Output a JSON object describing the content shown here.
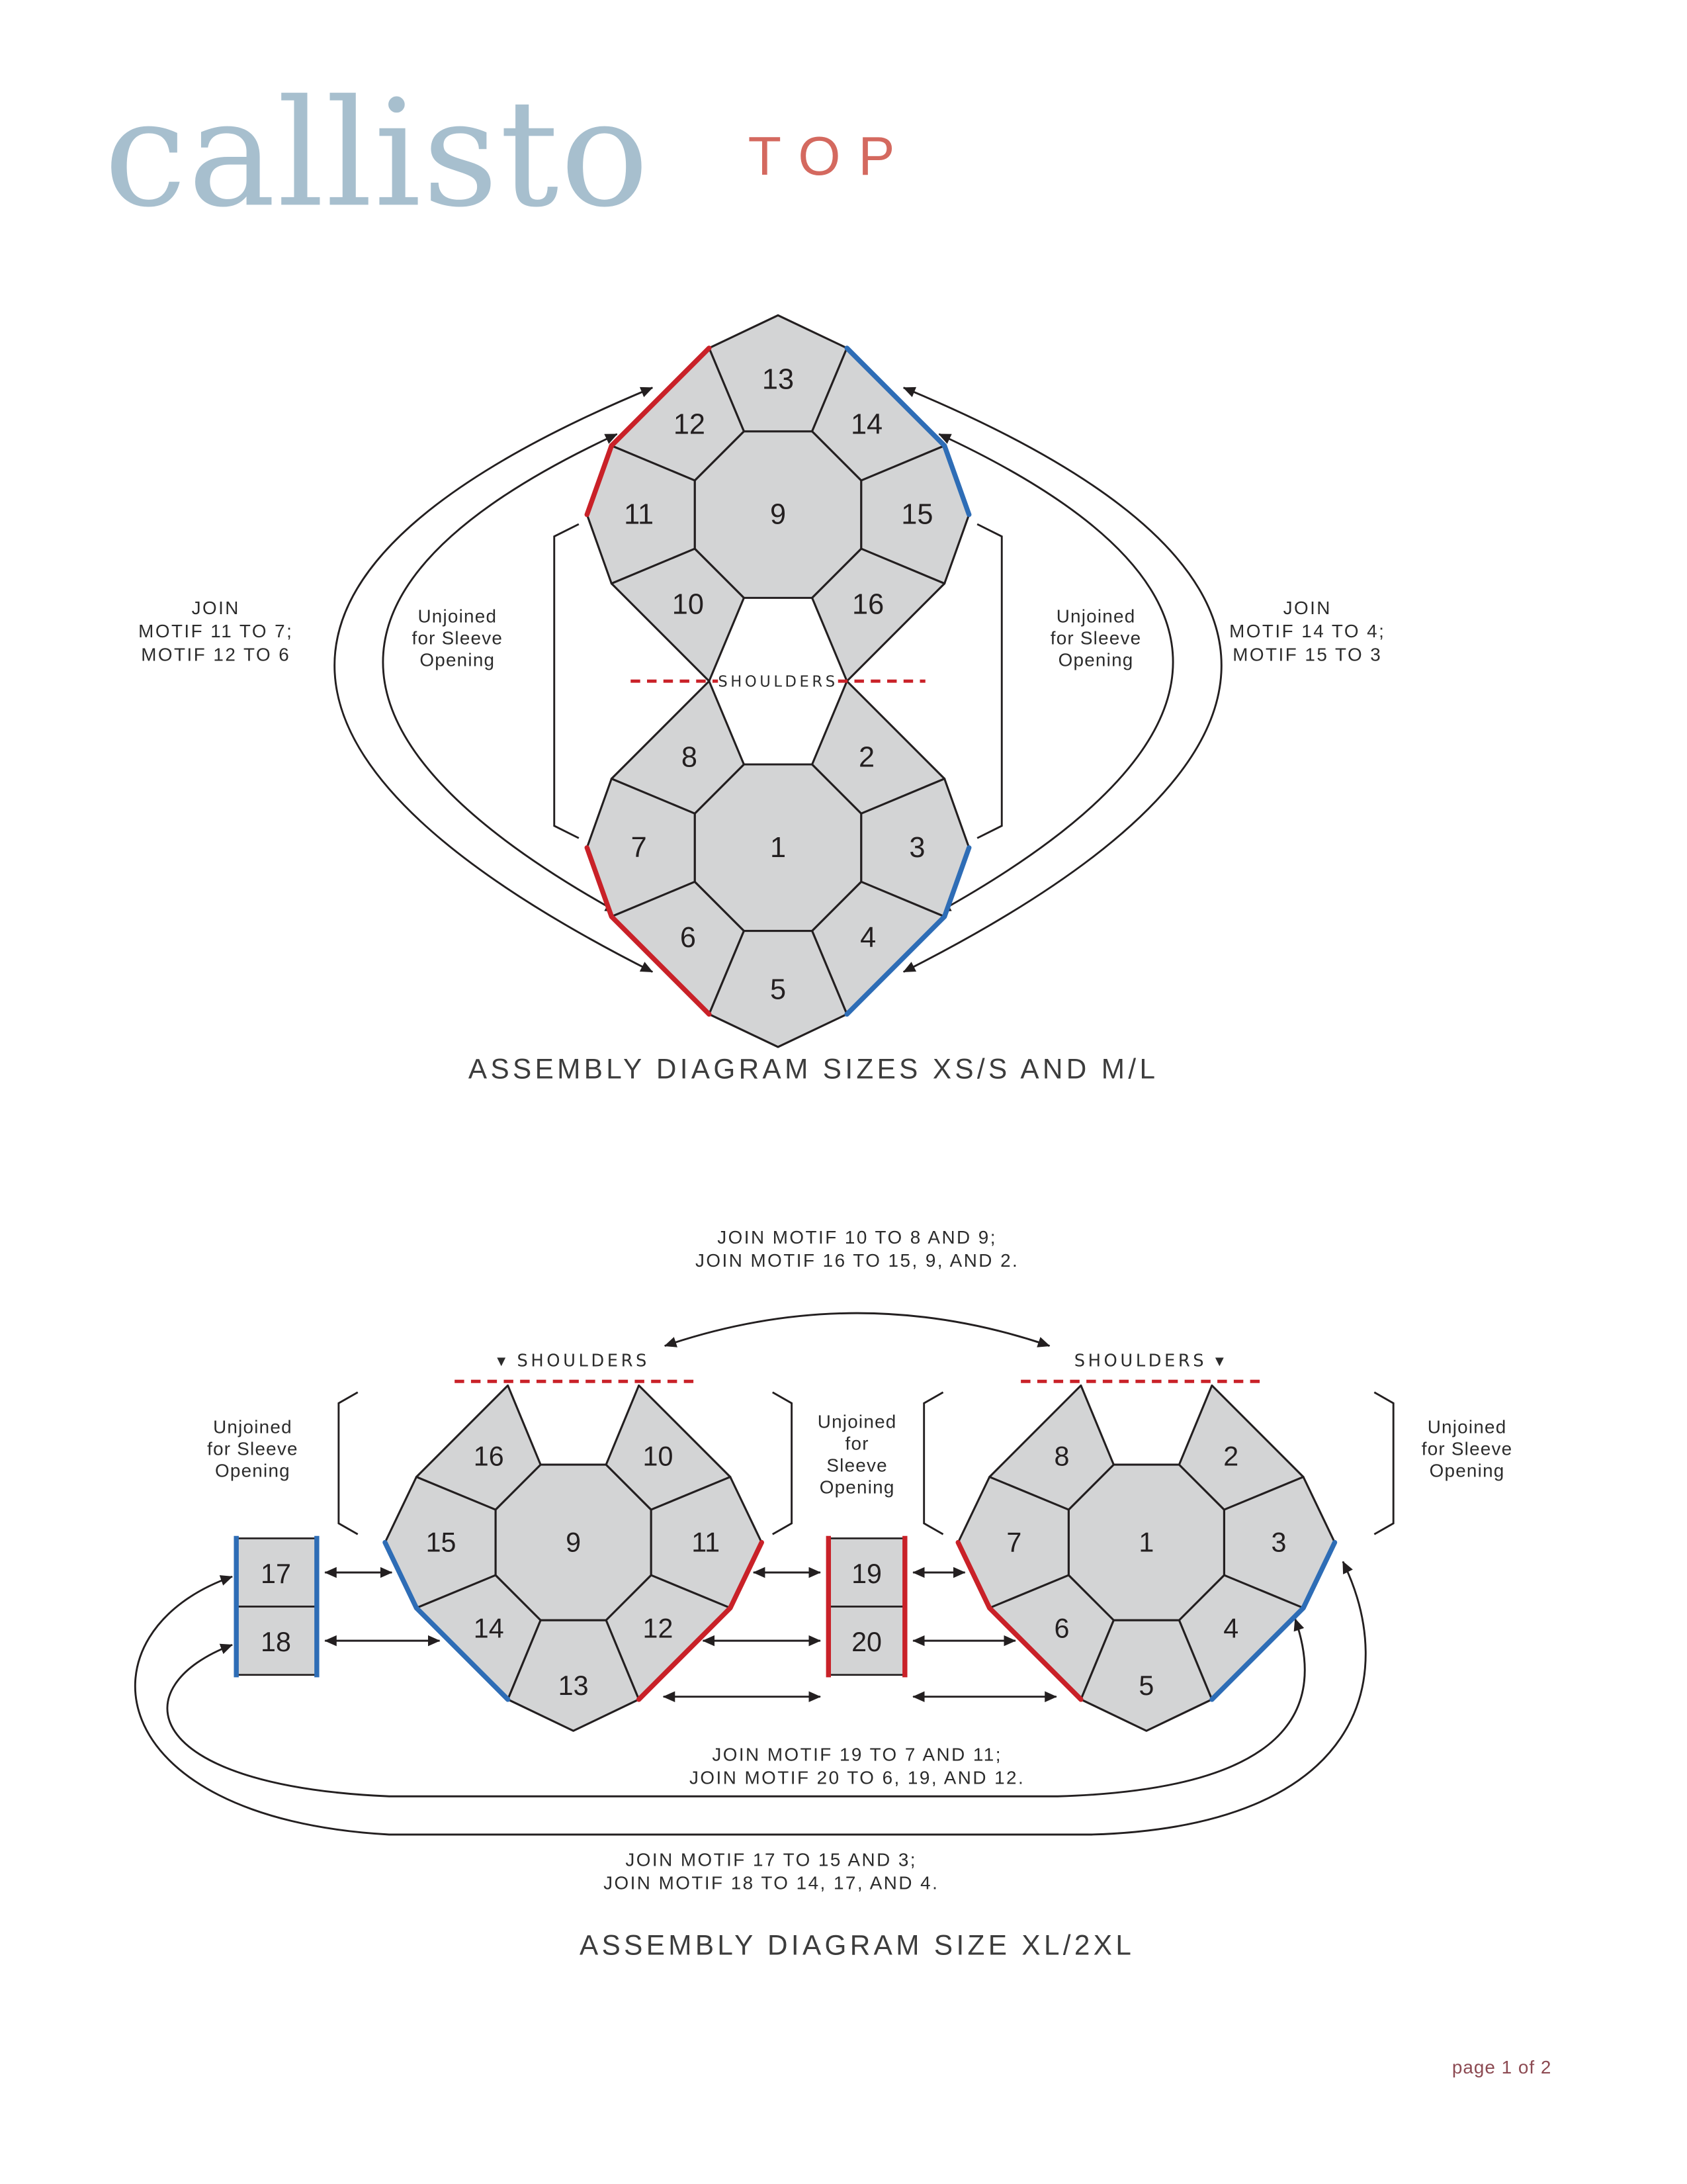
{
  "header": {
    "title": "callisto",
    "subtitle": "TOP"
  },
  "colors": {
    "title_blue": "#a7bfce",
    "accent_coral": "#d4695f",
    "join_red": "#c92128",
    "join_blue": "#2e6db6",
    "motif_fill": "#d3d4d5",
    "page_label_maroon": "#8c4a52"
  },
  "diagram1": {
    "caption": "ASSEMBLY DIAGRAM SIZES XS/S AND M/L",
    "shoulders": "SHOULDERS",
    "join_left": [
      "JOIN",
      "MOTIF 11 TO 7;",
      "MOTIF 12 TO 6"
    ],
    "join_right": [
      "JOIN",
      "MOTIF 14 TO 4;",
      "MOTIF 15 TO 3"
    ],
    "sleeve_left": [
      "Unjoined",
      "for Sleeve",
      "Opening"
    ],
    "sleeve_right": [
      "Unjoined",
      "for Sleeve",
      "Opening"
    ],
    "motifs": {
      "m1": "1",
      "m2": "2",
      "m3": "3",
      "m4": "4",
      "m5": "5",
      "m6": "6",
      "m7": "7",
      "m8": "8",
      "m9": "9",
      "m10": "10",
      "m11": "11",
      "m12": "12",
      "m13": "13",
      "m14": "14",
      "m15": "15",
      "m16": "16"
    }
  },
  "diagram2": {
    "caption": "ASSEMBLY DIAGRAM SIZE XL/2XL",
    "note_top": [
      "JOIN MOTIF 10 TO 8 AND 9;",
      "JOIN MOTIF 16 TO 15, 9, AND 2."
    ],
    "note_mid": [
      "JOIN MOTIF 19 TO 7 AND 11;",
      "JOIN MOTIF 20 TO 6, 19, AND 12."
    ],
    "note_bottom": [
      "JOIN MOTIF 17 TO 15 AND 3;",
      "JOIN MOTIF 18 TO 14, 17, AND 4."
    ],
    "shoulders_left": "▾ SHOULDERS",
    "shoulders_right": "SHOULDERS ▾",
    "sleeve_left": [
      "Unjoined",
      "for Sleeve",
      "Opening"
    ],
    "sleeve_mid": [
      "Unjoined",
      "for",
      "Sleeve",
      "Opening"
    ],
    "sleeve_right": [
      "Unjoined",
      "for Sleeve",
      "Opening"
    ],
    "motifs": {
      "m1": "1",
      "m2": "2",
      "m3": "3",
      "m4": "4",
      "m5": "5",
      "m6": "6",
      "m7": "7",
      "m8": "8",
      "m9": "9",
      "m10": "10",
      "m11": "11",
      "m12": "12",
      "m13": "13",
      "m14": "14",
      "m15": "15",
      "m16": "16",
      "m17": "17",
      "m18": "18",
      "m19": "19",
      "m20": "20"
    }
  },
  "footer": {
    "page_label": "page 1 of 2"
  }
}
